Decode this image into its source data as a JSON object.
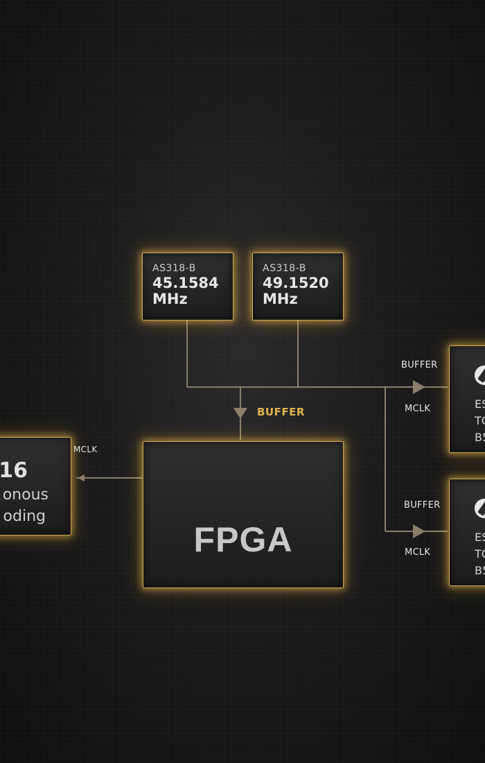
{
  "oscillators": [
    {
      "model": "AS318-B",
      "freq": "45.1584",
      "unit": "MHz"
    },
    {
      "model": "AS318-B",
      "freq": "49.1520",
      "unit": "MHz"
    }
  ],
  "fpga": {
    "label": "FPGA"
  },
  "left_chip": {
    "line1": "16",
    "line2": "onous",
    "line3": "oding"
  },
  "dacs": [
    {
      "line1": "ES",
      "line2": "TO",
      "line3": "B5"
    },
    {
      "line1": "ES",
      "line2": "TO",
      "line3": "B5"
    }
  ],
  "labels": {
    "buffer_main": "BUFFER",
    "mclk_left": "MCLK",
    "buffer_top": "BUFFER",
    "mclk_top": "MCLK",
    "buffer_bottom": "BUFFER",
    "mclk_bottom": "MCLK"
  },
  "colors": {
    "glow": "#c9a75a",
    "wire": "#8a7f6c",
    "accent": "#e0b44e"
  }
}
